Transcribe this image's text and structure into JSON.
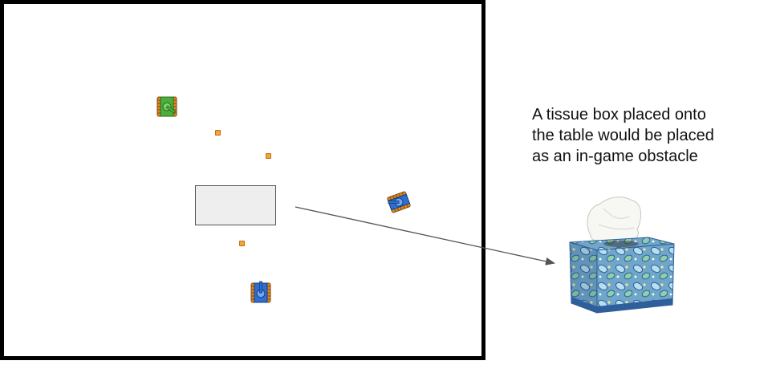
{
  "caption": {
    "lines": [
      "A tissue box placed onto",
      "the table would be placed",
      "as an in-game obstacle"
    ]
  },
  "tanks": [
    {
      "color": "#4caf3a",
      "name": "green-tank"
    },
    {
      "color": "#2f6fd0",
      "name": "blue-tank"
    },
    {
      "color": "#2f6fd0",
      "name": "blue-tank"
    }
  ],
  "colors": {
    "arena_border": "#000000",
    "obstacle_fill": "#eeeeee",
    "bullet": "#f2a33a",
    "arrow": "#555555"
  }
}
